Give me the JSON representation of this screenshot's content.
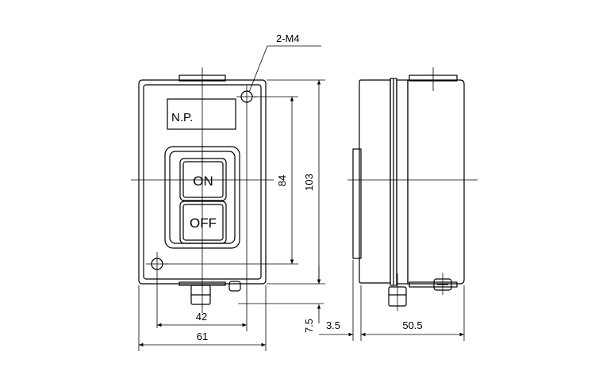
{
  "front_view": {
    "nameplate": "N.P.",
    "on_button": "ON",
    "off_button": "OFF"
  },
  "dimensions": {
    "holes": "2-M4",
    "width_total": "61",
    "hole_spacing_horizontal": "42",
    "hole_spacing_vertical": "84",
    "height_total": "103",
    "gland_height": "7.5",
    "side_offset": "3.5",
    "depth": "50.5"
  }
}
